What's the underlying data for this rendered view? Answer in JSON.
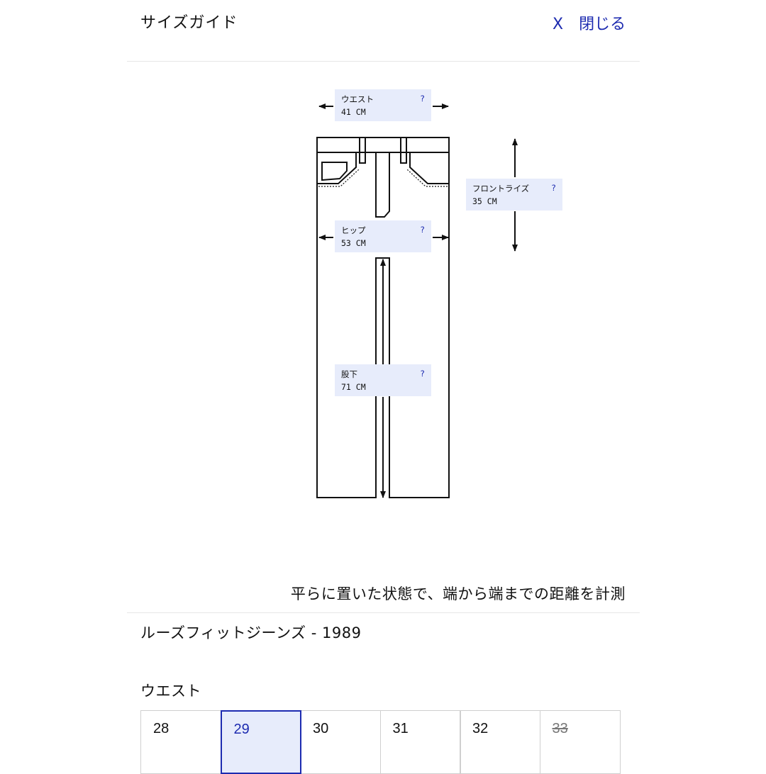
{
  "header": {
    "title": "サイズガイド",
    "close_label": "X　閉じる"
  },
  "measurements": {
    "waist": {
      "label": "ウエスト",
      "value": "41 CM",
      "help": "?"
    },
    "front_rise": {
      "label": "フロントライズ",
      "value": "35 CM",
      "help": "?"
    },
    "hip": {
      "label": "ヒップ",
      "value": "53 CM",
      "help": "?"
    },
    "inseam": {
      "label": "股下",
      "value": "71 CM",
      "help": "?"
    }
  },
  "note": "平らに置いた状態で、端から端までの距離を計測",
  "product_name": "ルーズフィットジーンズ - 1989",
  "size_section": {
    "title": "ウエスト",
    "sizes": [
      {
        "label": "28",
        "state": "available"
      },
      {
        "label": "29",
        "state": "selected"
      },
      {
        "label": "30",
        "state": "available"
      },
      {
        "label": "31",
        "state": "available"
      },
      {
        "label": "32",
        "state": "available"
      },
      {
        "label": "33",
        "state": "unavailable"
      }
    ]
  },
  "colors": {
    "accent": "#1d2bb0",
    "label_bg": "#e7ecfb",
    "border": "#cfcfcf"
  }
}
